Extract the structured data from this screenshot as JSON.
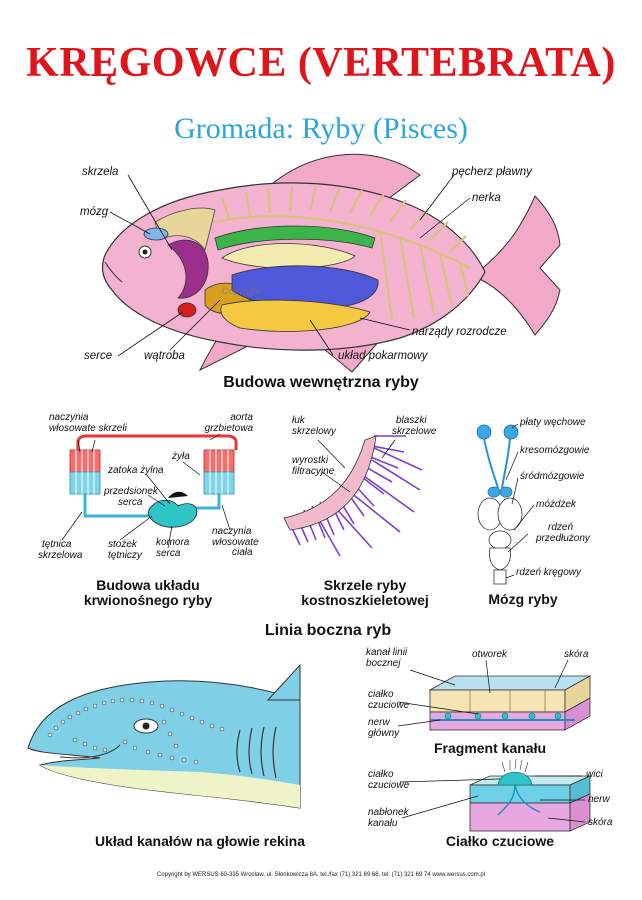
{
  "title": "KRĘGOWCE (VERTEBRATA)",
  "subtitle": "Gromada: Ryby (Pisces)",
  "colors": {
    "title": "#e0141b",
    "subtitle": "#2aa6dc"
  },
  "fish": {
    "caption": "Budowa wewnętrzna ryby",
    "labels": {
      "skrzela": "skrzela",
      "mozg": "mózg",
      "serce": "serce",
      "watroba": "wątroba",
      "pecherz": "pęcherz pławny",
      "nerka": "nerka",
      "narzady": "narządy rozrodcze",
      "uklad": "układ pokarmowy"
    }
  },
  "circulatory": {
    "caption_l1": "Budowa układu",
    "caption_l2": "krwionośnego ryby",
    "labels": {
      "naczynia1_l1": "naczynia",
      "naczynia1_l2": "włosowate skrzeli",
      "aorta_l1": "aorta",
      "aorta_l2": "grzbietowa",
      "zyla": "żyła",
      "zatoka": "zatoka żylna",
      "przedsionek_l1": "przedsionek",
      "przedsionek_l2": "serca",
      "tetnica_l1": "tętnica",
      "tetnica_l2": "skrzelowa",
      "stozek_l1": "stożek",
      "stozek_l2": "tętniczy",
      "komora_l1": "komora",
      "komora_l2": "serca",
      "naczynia2_l1": "naczynia",
      "naczynia2_l2": "włosowate",
      "naczynia2_l3": "ciała"
    }
  },
  "gills": {
    "caption_l1": "Skrzele ryby",
    "caption_l2": "kostnoszkieletowej",
    "labels": {
      "luk_l1": "łuk",
      "luk_l2": "skrzelowy",
      "blaszki_l1": "blaszki",
      "blaszki_l2": "skrzelowe",
      "wyrostki_l1": "wyrostki",
      "wyrostki_l2": "filtracyjne"
    }
  },
  "brain": {
    "caption": "Mózg ryby",
    "labels": {
      "platy": "płaty węchowe",
      "kresomozgowie": "kresomózgowie",
      "srodmozgowie": "śródmózgowie",
      "mozdzek": "móżdżek",
      "rdzen_l1": "rdzeń",
      "rdzen_l2": "przedłużony",
      "rdzen_kregowy": "rdzeń kręgowy"
    }
  },
  "lateral_title": "Linia boczna ryb",
  "shark_caption": "Układ kanałów na głowie rekina",
  "canal": {
    "caption": "Fragment kanału",
    "labels": {
      "kanal_l1": "kanał linii",
      "kanal_l2": "bocznej",
      "otworek": "otworek",
      "skora": "skóra",
      "cialko_l1": "ciałko",
      "cialko_l2": "czuciowe",
      "nerw_l1": "nerw",
      "nerw_l2": "główny"
    }
  },
  "receptor": {
    "caption": "Ciałko czuciowe",
    "labels": {
      "cialko_l1": "ciałko",
      "cialko_l2": "czuciowe",
      "wici": "wici",
      "nablonek_l1": "nabłonek",
      "nablonek_l2": "kanału",
      "nerw": "nerw",
      "skora": "skóra"
    }
  },
  "watermark": "Copyright",
  "footer": "Copyright by WERSUS   60-335 Wrocław, ul. Słonkowicza 8A, tel./fax (71) 321 69 68, tel. (71) 321 69 74   www.wersus.com.pl"
}
